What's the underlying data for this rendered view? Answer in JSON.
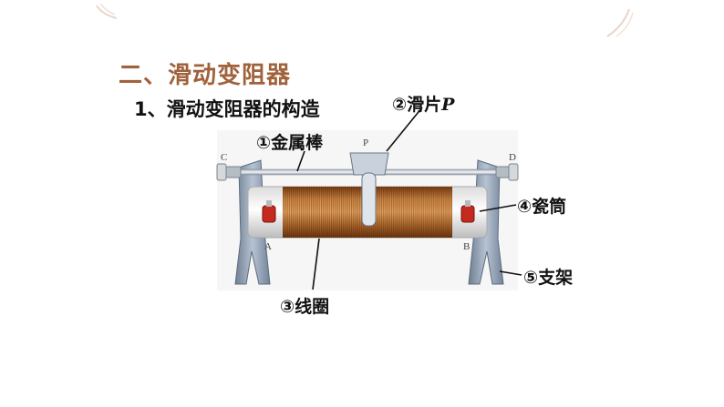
{
  "slide": {
    "section_title": "二、滑动变阻器",
    "subtitle": "1、滑动变阻器的构造"
  },
  "diagram": {
    "terminal_labels": {
      "p": "P",
      "c": "C",
      "d": "D",
      "a": "A",
      "b": "B"
    },
    "callouts": {
      "slider": {
        "prefix": "②滑片",
        "symbol": "P"
      },
      "metal_rod": "①金属棒",
      "ceramic_tube": "④瓷筒",
      "coil": "③线圈",
      "stand": "⑤支架"
    }
  },
  "colors": {
    "title": "#a0623b",
    "coil": "#b8742f",
    "frame": "#8ea0b4"
  }
}
